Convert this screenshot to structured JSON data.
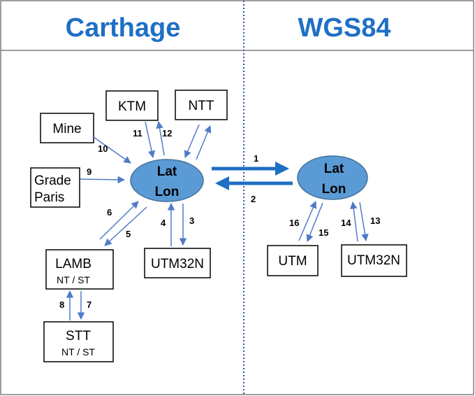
{
  "colors": {
    "header_text": "#1f6fc5",
    "arrow": "#4f7ac7",
    "ellipse_fill": "#5b9bd5",
    "ellipse_stroke": "#41719c",
    "divider": "#2f5597",
    "big_arrow": "#1f6fc5"
  },
  "left_panel": {
    "title": "Carthage",
    "center_line1": "Lat",
    "center_line2": "Lon",
    "boxes": {
      "mine": "Mine",
      "ktm": "KTM",
      "ntt": "NTT",
      "grade_line1": "Grade",
      "grade_line2": "Paris",
      "lamb": "LAMB",
      "lamb_sub": "NT / ST",
      "utm32n": "UTM32N",
      "stt": "STT",
      "stt_sub": "NT / ST"
    },
    "arrow_labels": {
      "a3": "3",
      "a4": "4",
      "a5": "5",
      "a6": "6",
      "a7": "7",
      "a8": "8",
      "a9": "9",
      "a10": "10",
      "a11": "11",
      "a12": "12"
    }
  },
  "right_panel": {
    "title": "WGS84",
    "center_line1": "Lat",
    "center_line2": "Lon",
    "boxes": {
      "utm": "UTM",
      "utm32n": "UTM32N"
    },
    "arrow_labels": {
      "a13": "13",
      "a14": "14",
      "a15": "15",
      "a16": "16"
    }
  },
  "between": {
    "a1": "1",
    "a2": "2"
  }
}
